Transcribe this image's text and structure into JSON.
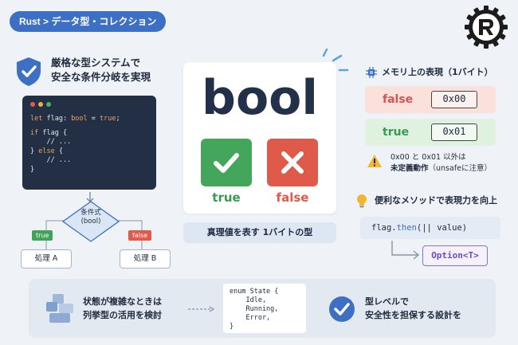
{
  "header": {
    "title": "Rust > データ型・コレクション"
  },
  "left": {
    "headline_lines": [
      "厳格な型システムで",
      "安全な条件分岐を実現"
    ],
    "code_lines": [
      "let flag: bool = true;",
      "if flag {",
      "    // ...",
      "} else {",
      "    // ...",
      "}"
    ],
    "flow": {
      "condition_label": "条件式",
      "condition_type": "(bool)",
      "true_tag": "true",
      "false_tag": "false",
      "proc_a": "処理 A",
      "proc_b": "処理 B"
    }
  },
  "center": {
    "big_word": "bool",
    "true_label": "true",
    "false_label": "false",
    "caption": "真理値を表す 1バイトの型"
  },
  "memory": {
    "title": "メモリ上の表現（1バイト）",
    "false_key": "false",
    "false_value": "0x00",
    "true_key": "true",
    "true_value": "0x01",
    "warning_line1": "0x00 と 0x01 以外は",
    "warning_bold": "未定義動作",
    "warning_tail": "（unsafeに注意）"
  },
  "methods": {
    "title": "便利なメソッドで表現力を向上",
    "code_prefix": "flag.",
    "code_method": "then",
    "code_suffix": "(|| value)",
    "returns": "Option<T>"
  },
  "bottom": {
    "left_lines": [
      "状態が複雑なときは",
      "列挙型の活用を検討"
    ],
    "enum_code": "enum State {\n    Idle,\n    Running,\n    Error,\n}",
    "right_lines": [
      "型レベルで",
      "安全性を担保する設計を"
    ]
  },
  "colors": {
    "accent": "#3d6fc4",
    "true": "#43a65b",
    "false": "#e05a4a",
    "option": "#8b6fd1"
  },
  "icons": [
    "rust-logo-icon",
    "shield-check-icon",
    "check-icon",
    "cross-icon",
    "chip-icon",
    "warning-icon",
    "lightbulb-icon",
    "layers-icon",
    "check-circle-icon"
  ]
}
